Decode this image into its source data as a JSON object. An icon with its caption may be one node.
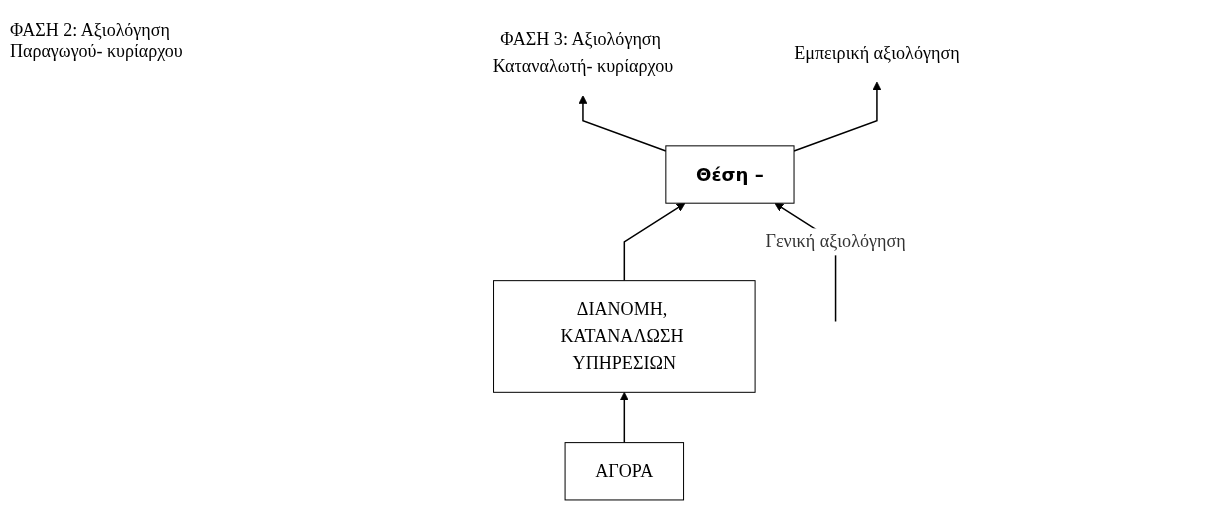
{
  "diagram": {
    "nodes": [
      {
        "text": [
          "Θέση –"
        ]
      },
      {
        "text": [
          "ΔΙΑΝΟΜΗ, ΚΑΤΑΝΑΛΩΣΗ ΥΠΗΡΕΣΙΩΝ"
        ]
      },
      {
        "text": [
          "ΑΓΟΡΑ"
        ]
      },
      {
        "text": [
          "ΦΑΣΗ 3: Αξιολόγηση Καταναλωτή- κυρίαρχου"
        ]
      },
      {
        "text": [
          "Εμπειρική αξιολόγηση"
        ]
      }
    ],
    "edges": [
      {
        "from": 2,
        "to": 1,
        "arrow": "to"
      },
      {
        "from": 1,
        "to": 0,
        "arrow": "to"
      },
      {
        "from": null,
        "to": 0,
        "arrow": "to",
        "label": "Γενική αξιολόγηση"
      },
      {
        "from": 0,
        "to": 3,
        "arrow": "to"
      },
      {
        "from": 0,
        "to": 4,
        "arrow": "to"
      }
    ],
    "labels": [
      "ΦΑΣΗ 2: Αξιολόγηση Παραγωγού- κυρίαρχου"
    ]
  }
}
